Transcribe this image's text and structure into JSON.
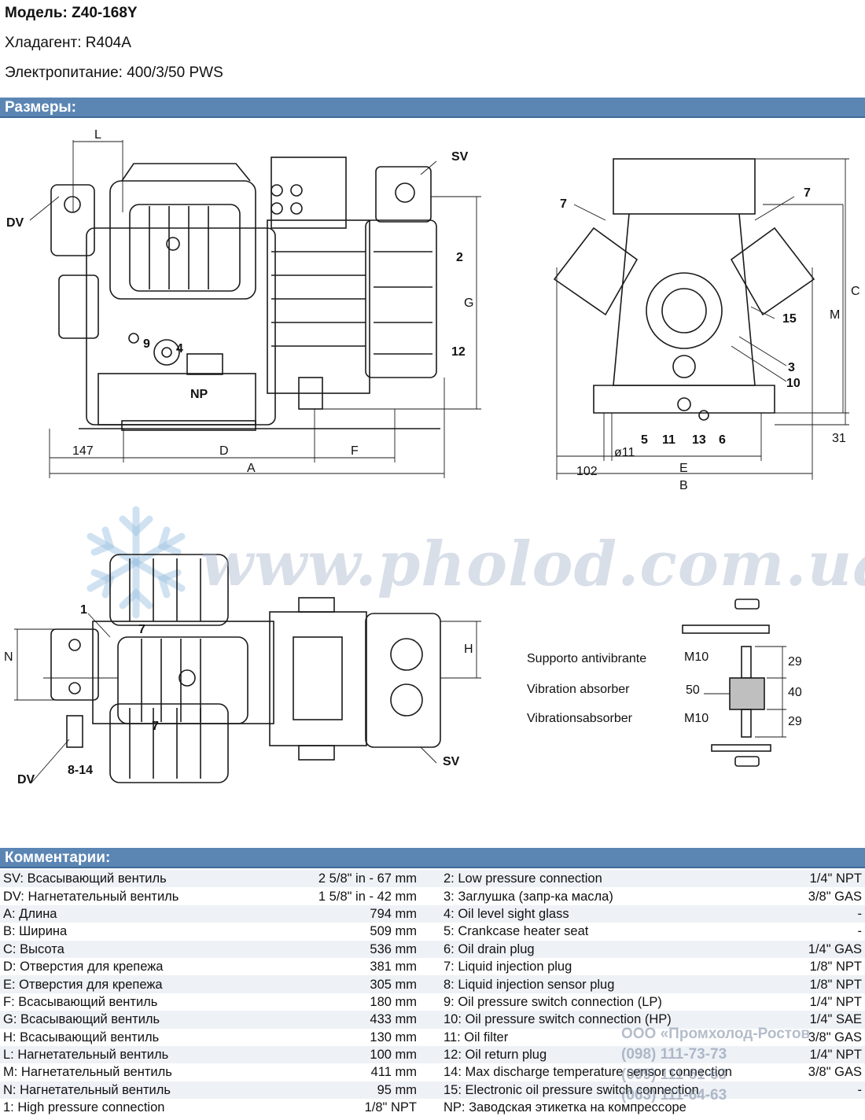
{
  "header": {
    "model": "Модель: Z40-168Y",
    "refrigerant": "Хладагент: R404A",
    "power": "Электропитание: 400/3/50 PWS"
  },
  "sections": {
    "dimensions": "Размеры:",
    "comments": "Комментарии:"
  },
  "drawing_labels": {
    "side": {
      "L": "L",
      "SV": "SV",
      "DV": "DV",
      "p2": "2",
      "G": "G",
      "p9": "9",
      "p4": "4",
      "NP": "NP",
      "p12": "12",
      "d147": "147",
      "D": "D",
      "F": "F",
      "A": "A"
    },
    "front": {
      "p7a": "7",
      "p7b": "7",
      "p15": "15",
      "C": "C",
      "M": "M",
      "p3": "3",
      "p10": "10",
      "p5": "5",
      "p11": "11",
      "p13": "13",
      "p6": "6",
      "d31": "31",
      "o11": "ø11",
      "d102": "102",
      "E": "E",
      "B": "B"
    },
    "top": {
      "p1": "1",
      "N": "N",
      "H": "H",
      "p7a": "7",
      "p7b": "7",
      "DV": "DV",
      "p814": "8-14",
      "SV": "SV"
    },
    "absorber": {
      "it": "Supporto antivibrante",
      "en": "Vibration absorber",
      "de": "Vibrationsabsorber",
      "m10a": "M10",
      "d50": "50",
      "m10b": "M10",
      "d29a": "29",
      "d40": "40",
      "d29b": "29"
    }
  },
  "watermark": "www.pholod.com.ua",
  "stamp": {
    "company": "ООО «Промхолод-Ростов",
    "phone1": "(098) 111-73-73",
    "phone2": "(099) 111-61-63",
    "phone3": "(063) 111-64-63"
  },
  "comments": [
    {
      "left": "SV: Всасывающий вентиль",
      "left_value": "2 5/8\" in - 67 mm",
      "right": "2: Low pressure connection",
      "right_value": "1/4\" NPT"
    },
    {
      "left": "DV: Нагнетательный вентиль",
      "left_value": "1 5/8\" in - 42 mm",
      "right": "3: Заглушка (запр-ка масла)",
      "right_value": "3/8\" GAS"
    },
    {
      "left": "A: Длина",
      "left_value": "794 mm",
      "right": "4: Oil level sight glass",
      "right_value": "-"
    },
    {
      "left": "B: Ширина",
      "left_value": "509 mm",
      "right": "5: Crankcase heater seat",
      "right_value": "-"
    },
    {
      "left": "C: Высота",
      "left_value": "536 mm",
      "right": "6: Oil drain plug",
      "right_value": "1/4\" GAS"
    },
    {
      "left": "D: Отверстия для крепежа",
      "left_value": "381 mm",
      "right": "7: Liquid injection plug",
      "right_value": "1/8\" NPT"
    },
    {
      "left": "E: Отверстия для крепежа",
      "left_value": "305 mm",
      "right": "8: Liquid injection sensor plug",
      "right_value": "1/8\" NPT"
    },
    {
      "left": "F: Всасывающий вентиль",
      "left_value": "180 mm",
      "right": "9: Oil pressure switch connection (LP)",
      "right_value": "1/4\" NPT"
    },
    {
      "left": "G: Всасывающий вентиль",
      "left_value": "433 mm",
      "right": "10: Oil pressure switch connection (HP)",
      "right_value": "1/4\" SAE"
    },
    {
      "left": "H: Всасывающий вентиль",
      "left_value": "130 mm",
      "right": "11: Oil filter",
      "right_value": "3/8\" GAS"
    },
    {
      "left": "L: Нагнетательный вентиль",
      "left_value": "100 mm",
      "right": "12: Oil return plug",
      "right_value": "1/4\" NPT"
    },
    {
      "left": "M: Нагнетательный вентиль",
      "left_value": "411 mm",
      "right": "14: Max discharge temperature sensor connection",
      "right_value": "3/8\" GAS"
    },
    {
      "left": "N: Нагнетательный вентиль",
      "left_value": "95 mm",
      "right": "15: Electronic oil pressure switch connection",
      "right_value": "-"
    },
    {
      "left": "1: High pressure connection",
      "left_value": "1/8\" NPT",
      "right": "NP: Заводская этикетка на компрессоре",
      "right_value": ""
    }
  ]
}
